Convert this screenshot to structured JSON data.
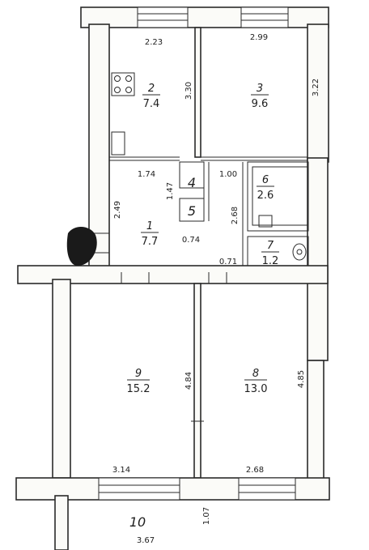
{
  "rooms": [
    {
      "number": "1",
      "area": "7.7"
    },
    {
      "number": "2",
      "area": "7.4"
    },
    {
      "number": "3",
      "area": "9.6"
    },
    {
      "number": "4",
      "area": ""
    },
    {
      "number": "5",
      "area": ""
    },
    {
      "number": "6",
      "area": "2.6"
    },
    {
      "number": "7",
      "area": "1.2"
    },
    {
      "number": "8",
      "area": "13.0"
    },
    {
      "number": "9",
      "area": "15.2"
    },
    {
      "number": "10",
      "area": ""
    }
  ],
  "dimensions": {
    "room2_width": "2.23",
    "room2_depth": "3.30",
    "room3_width": "2.99",
    "room3_depth": "3.22",
    "hall_left": "1.74",
    "hall_closet": "1.47",
    "closet_width": "1.00",
    "hall_depth": "2.49",
    "hall_width": "0.74",
    "bath_depth": "2.68",
    "wc_width": "0.71",
    "room9_depth": "4.84",
    "room8_depth": "4.85",
    "room9_width": "3.14",
    "room8_width": "2.68",
    "balcony_width": "3.67",
    "balcony_depth": "1.07"
  },
  "colors": {
    "wall": "#fbfbf8",
    "line": "#2a2a2a",
    "background": "#ffffff",
    "smudge": "#1a1a1a"
  }
}
